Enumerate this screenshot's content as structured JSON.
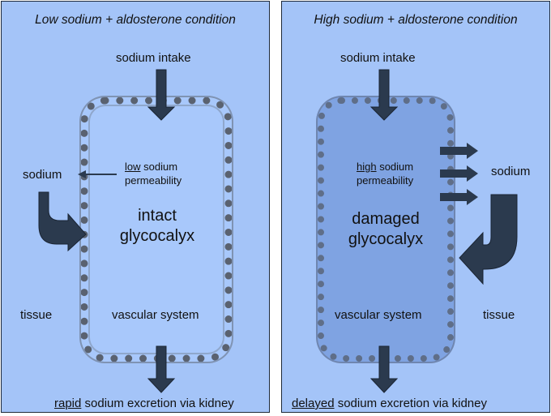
{
  "left": {
    "title": "Low sodium + aldosterone condition",
    "sodium_intake": "sodium intake",
    "sodium": "sodium",
    "permeability_level": "low",
    "permeability_rest": " sodium",
    "permeability_word": "permeability",
    "glycocalyx_state": "intact",
    "glycocalyx": "glycocalyx",
    "tissue": "tissue",
    "vascular_system": "vascular system",
    "excretion_speed": "rapid",
    "excretion_rest": " sodium excretion via kidney"
  },
  "right": {
    "title": "High sodium + aldosterone condition",
    "sodium_intake": "sodium intake",
    "sodium": "sodium",
    "permeability_level": "high",
    "permeability_rest": " sodium",
    "permeability_word": "permeability",
    "glycocalyx_state": "damaged",
    "glycocalyx": "glycocalyx",
    "tissue": "tissue",
    "vascular_system": "vascular system",
    "excretion_speed": "delayed",
    "excretion_rest": " sodium excretion via kidney"
  },
  "colors": {
    "panel_bg": "#a4c4f8",
    "damaged_vessel": "#7fa3e2",
    "arrow": "#2b3a4e"
  }
}
